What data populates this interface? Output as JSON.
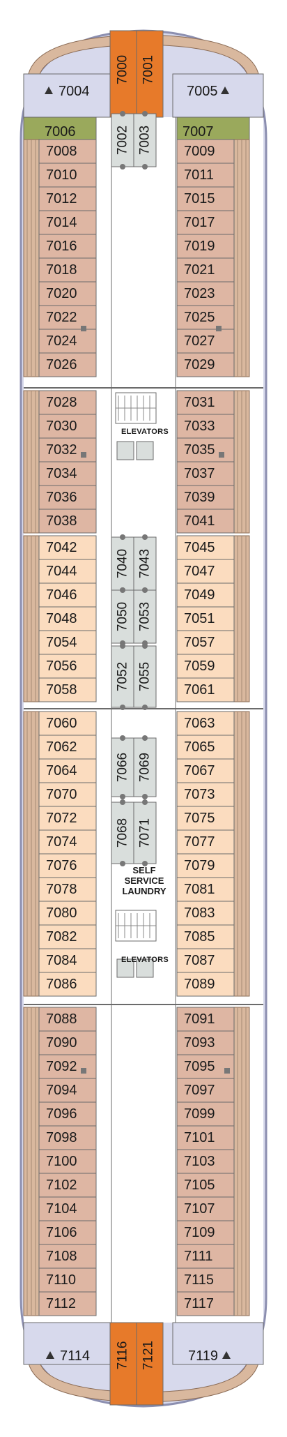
{
  "colors": {
    "hull": "#a9adc9",
    "hull_light": "#d7d9ec",
    "suite": "#deb6a3",
    "veranda": "#fbdcbf",
    "premium": "#9aa95c",
    "penthouse": "#e77a2a",
    "interior_small": "#d9dedc",
    "corridor": "#ffffff",
    "deck_wood": "#d9b89e"
  },
  "top": {
    "center": [
      "7000",
      "7001"
    ],
    "port": "7004",
    "starboard": "7005"
  },
  "bottom": {
    "center": [
      "7116",
      "7121"
    ],
    "port": "7114",
    "starboard": "7119"
  },
  "premium_row": {
    "left": "7006",
    "right": "7007"
  },
  "left_block_1": [
    "7008",
    "7010",
    "7012",
    "7014",
    "7016",
    "7018",
    "7020",
    "7022",
    "7024",
    "7026"
  ],
  "right_block_1": [
    "7009",
    "7011",
    "7015",
    "7017",
    "7019",
    "7021",
    "7023",
    "7025",
    "7027",
    "7029"
  ],
  "left_block_2": [
    "7028",
    "7030",
    "7032",
    "7034",
    "7036",
    "7038"
  ],
  "right_block_2": [
    "7031",
    "7033",
    "7035",
    "7037",
    "7039",
    "7041"
  ],
  "left_block_3": [
    "7042",
    "7044",
    "7046",
    "7048",
    "7054",
    "7056",
    "7058"
  ],
  "right_block_3": [
    "7045",
    "7047",
    "7049",
    "7051",
    "7057",
    "7059",
    "7061"
  ],
  "left_block_4": [
    "7060",
    "7062",
    "7064",
    "7070",
    "7072",
    "7074",
    "7076",
    "7078",
    "7080",
    "7082",
    "7084",
    "7086"
  ],
  "right_block_4": [
    "7063",
    "7065",
    "7067",
    "7073",
    "7075",
    "7077",
    "7079",
    "7081",
    "7083",
    "7085",
    "7087",
    "7089"
  ],
  "left_block_5": [
    "7088",
    "7090",
    "7092",
    "7094",
    "7096",
    "7098",
    "7100",
    "7102",
    "7104",
    "7106",
    "7108",
    "7110",
    "7112"
  ],
  "right_block_5": [
    "7091",
    "7093",
    "7095",
    "7097",
    "7099",
    "7101",
    "7103",
    "7105",
    "7107",
    "7109",
    "7111",
    "7115",
    "7117"
  ],
  "center_pairs": [
    [
      "7002",
      "7003"
    ],
    [
      "7040",
      "7043"
    ],
    [
      "7050",
      "7053"
    ],
    [
      "7052",
      "7055"
    ],
    [
      "7066",
      "7069"
    ],
    [
      "7068",
      "7071"
    ]
  ],
  "labels": {
    "elevators_1": "ELEVATORS",
    "elevators_2": "ELEVATORS",
    "laundry": [
      "SELF",
      "SERVICE",
      "LAUNDRY"
    ]
  }
}
